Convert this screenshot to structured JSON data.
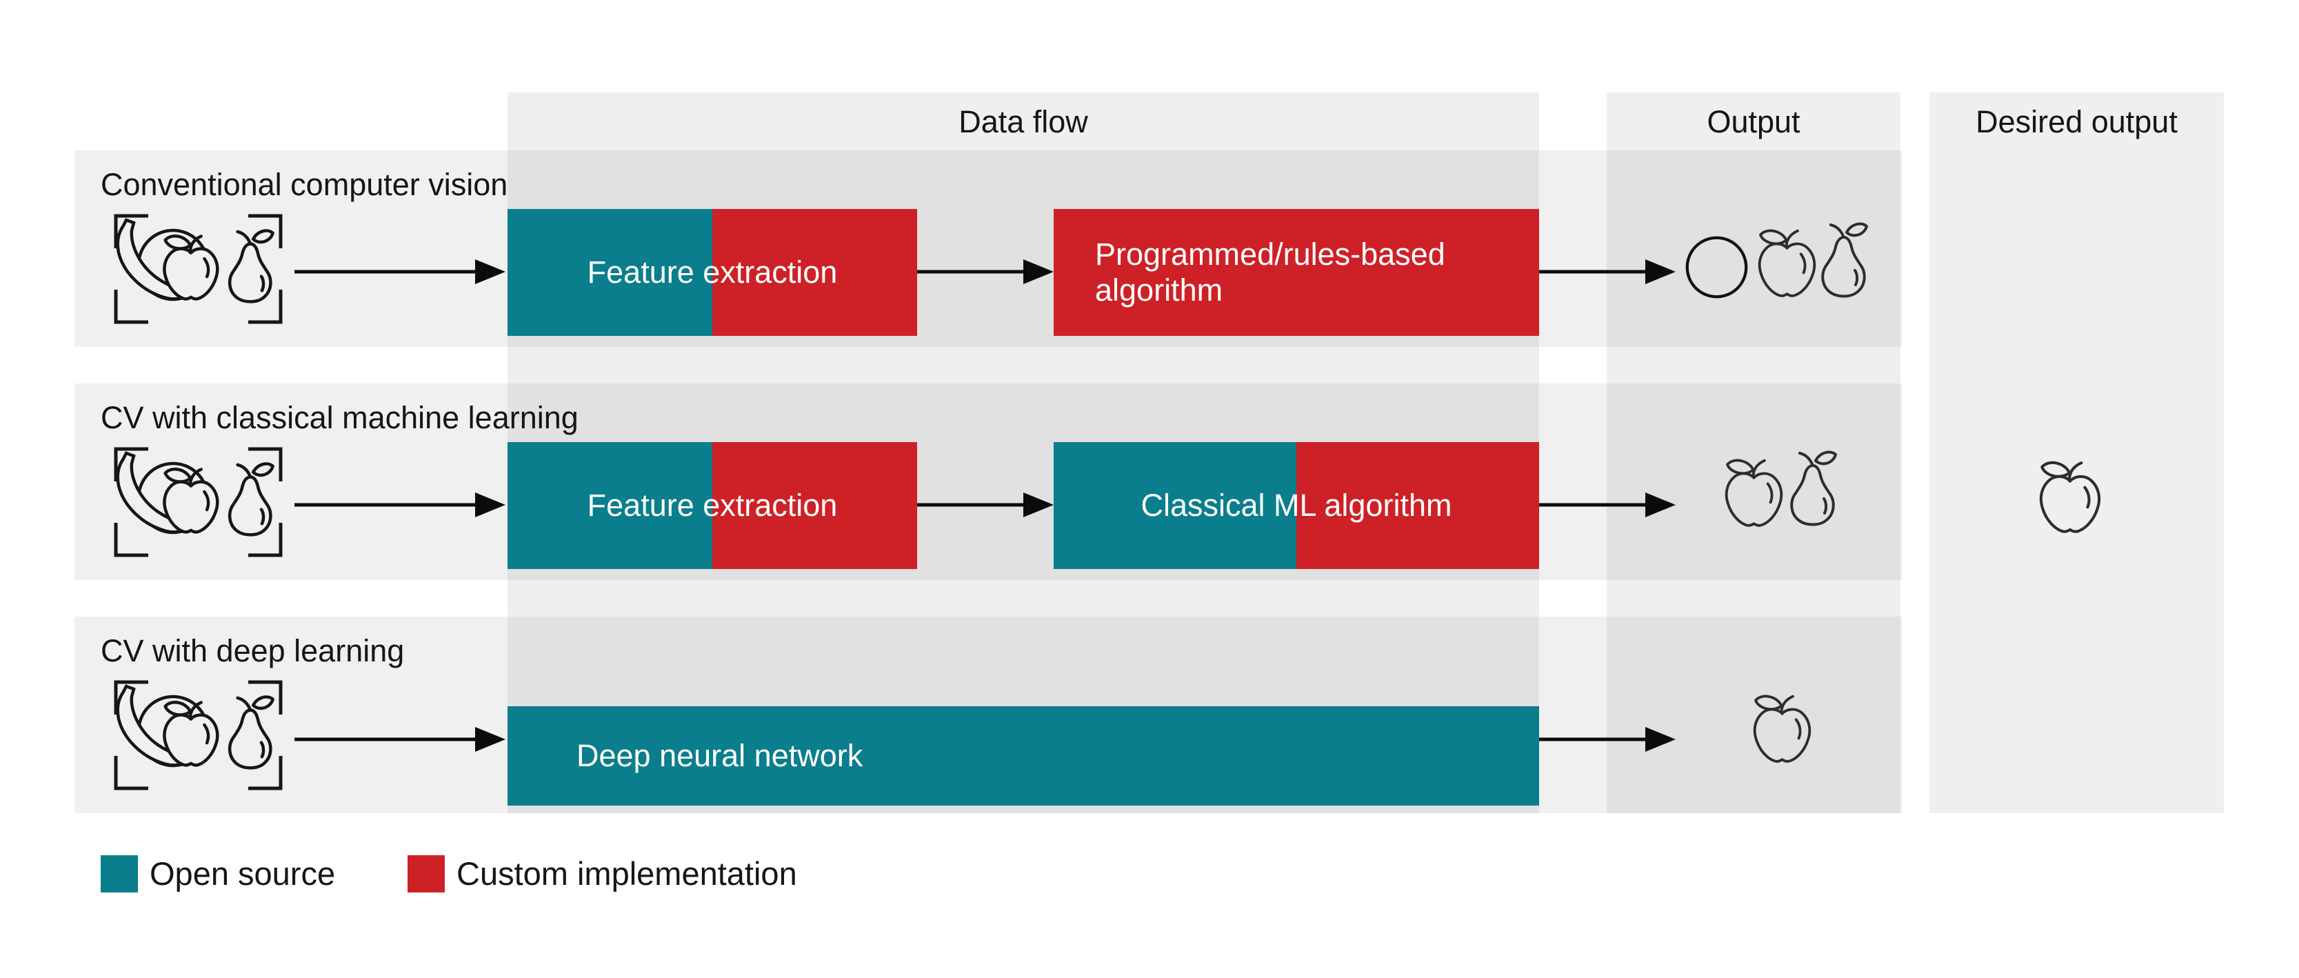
{
  "headers": {
    "data_flow": "Data flow",
    "output": "Output",
    "desired_output": "Desired output"
  },
  "rows": [
    {
      "label": "Conventional computer vision",
      "input_icon": "fruit-scan-icon",
      "boxes": [
        {
          "text": "Feature extraction",
          "segments": "open-source + custom"
        },
        {
          "text": "Programmed/rules-based\nalgorithm",
          "segments": "custom"
        }
      ],
      "output_icons": [
        "circle-outline-icon",
        "apple-outline-icon",
        "pear-outline-icon"
      ]
    },
    {
      "label": "CV with classical machine learning",
      "input_icon": "fruit-scan-icon",
      "boxes": [
        {
          "text": "Feature extraction",
          "segments": "open-source + custom"
        },
        {
          "text": "Classical ML algorithm",
          "segments": "open-source + custom"
        }
      ],
      "output_icons": [
        "apple-outline-icon",
        "pear-outline-icon"
      ]
    },
    {
      "label": "CV with deep learning",
      "input_icon": "fruit-scan-icon",
      "boxes": [
        {
          "text": "Deep neural network",
          "segments": "open-source"
        }
      ],
      "output_icons": [
        "apple-outline-icon"
      ]
    }
  ],
  "desired_output_icon": "apple-outline-icon",
  "legend": [
    {
      "label": "Open source",
      "color": "#0a7e8c"
    },
    {
      "label": "Custom implementation",
      "color": "#ce2127"
    }
  ],
  "colors": {
    "open_source_teal": "#0a7e8c",
    "custom_red": "#ce2127",
    "column_band_gray": "#efefef",
    "row_intersection_gray": "#e1e1e1",
    "text_black": "#151515"
  },
  "icons": {
    "input": "fruit-scan-icon (banana, orange, apple, pear in viewfinder brackets)",
    "circle": "circle-outline-icon",
    "apple": "apple-outline-icon",
    "pear": "pear-outline-icon"
  }
}
